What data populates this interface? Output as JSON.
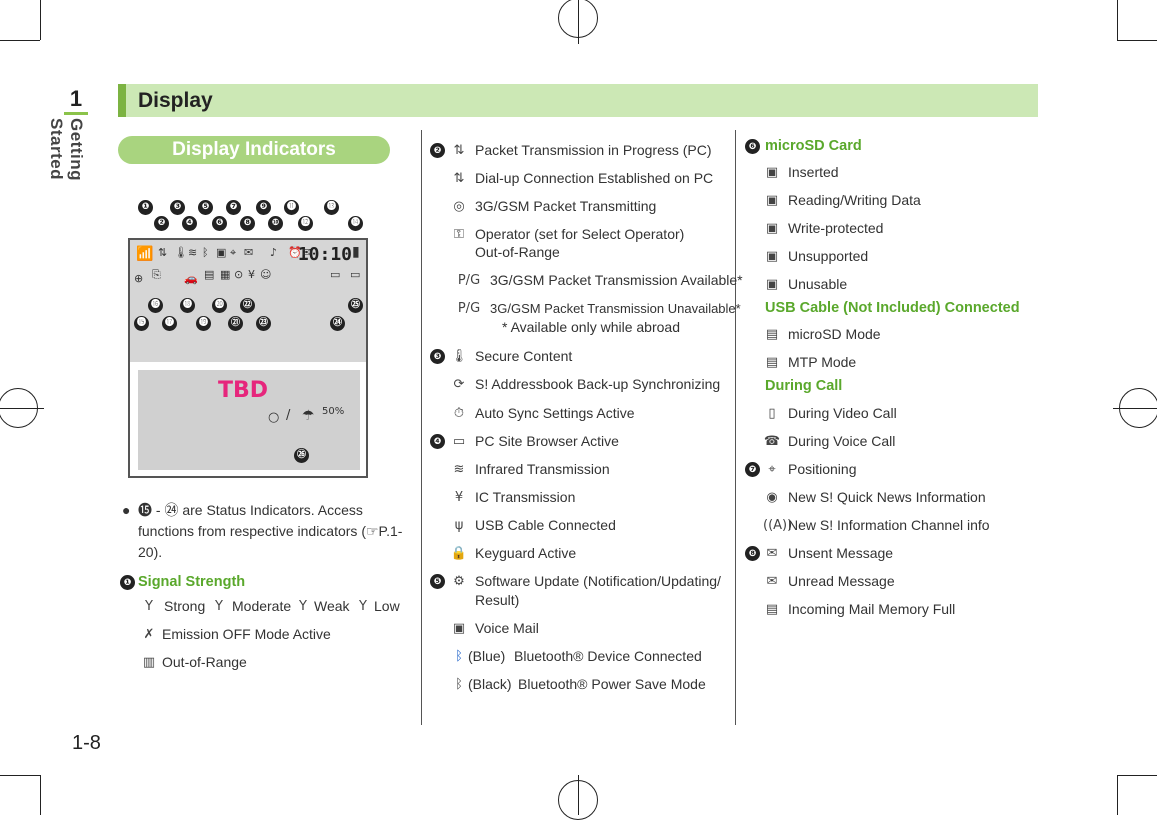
{
  "chapter": {
    "number": "1",
    "title": "Getting Started"
  },
  "page_number": "1-8",
  "header": {
    "title": "Display"
  },
  "section": {
    "title": "Display Indicators"
  },
  "screen": {
    "clock": "10:10",
    "tbd": "TBD",
    "callouts_top": [
      "❶",
      "❷",
      "❸",
      "❹",
      "❺",
      "❻",
      "❼",
      "❽",
      "❾",
      "❿",
      "⓫",
      "⓬",
      "⓭",
      "⓮"
    ],
    "callouts_bottom": [
      "⓯",
      "⓰",
      "⓱",
      "⓲",
      "⓳",
      "⓴",
      "㉑",
      "㉒",
      "㉓",
      "㉔",
      "㉕"
    ],
    "callout_26": "㉖"
  },
  "note": {
    "bullet": "●",
    "text": "⓯ - ㉔ are Status Indicators. Access functions from respective indicators (☞P.1-20)."
  },
  "col1": {
    "signal_num": "❶",
    "signal_heading": "Signal Strength",
    "strength": [
      "Strong",
      "Moderate",
      "Weak",
      "Low"
    ],
    "emission_off": "Emission OFF Mode Active",
    "out_of_range": "Out-of-Range"
  },
  "col2": {
    "n2": "❷",
    "n3": "❸",
    "n4": "❹",
    "n5": "❺",
    "items": {
      "packet_pc": "Packet Transmission in Progress (PC)",
      "dialup": "Dial-up Connection Established on PC",
      "gsm_tx": "3G/GSM Packet Transmitting",
      "operator": "Operator (set for Select Operator)",
      "operator2": "Out-of-Range",
      "gsm_avail": "3G/GSM Packet Transmission Available*",
      "gsm_unavail": "3G/GSM Packet Transmission Unavailable*",
      "abroad": "* Available only while abroad",
      "secure": "Secure Content",
      "backup": "S! Addressbook Back-up Synchronizing",
      "autosync": "Auto Sync Settings Active",
      "pcsite": "PC Site Browser Active",
      "infrared": "Infrared Transmission",
      "ic": "IC Transmission",
      "usb": "USB Cable Connected",
      "keyguard": "Keyguard Active",
      "software": "Software Update (Notification/Updating/",
      "software2": "Result)",
      "voicemail": "Voice Mail",
      "bt_blue": "(Blue)",
      "bt_blue_label": "Bluetooth® Device Connected",
      "bt_black": "(Black)",
      "bt_black_label": "Bluetooth® Power Save Mode"
    }
  },
  "col3": {
    "n6": "❻",
    "n7": "❼",
    "n8": "❽",
    "microsd_heading": "microSD Card",
    "microsd": [
      "Inserted",
      "Reading/Writing Data",
      "Write-protected",
      "Unsupported",
      "Unusable"
    ],
    "usb_heading": "USB Cable (Not Included) Connected",
    "usb": [
      "microSD Mode",
      "MTP Mode"
    ],
    "call_heading": "During Call",
    "call": [
      "During Video Call",
      "During Voice Call"
    ],
    "positioning": "Positioning",
    "news": "New S! Quick News Information",
    "channel": "New S! Information Channel info",
    "unsent": "Unsent Message",
    "unread": "Unread Message",
    "memfull": "Incoming Mail Memory Full"
  }
}
